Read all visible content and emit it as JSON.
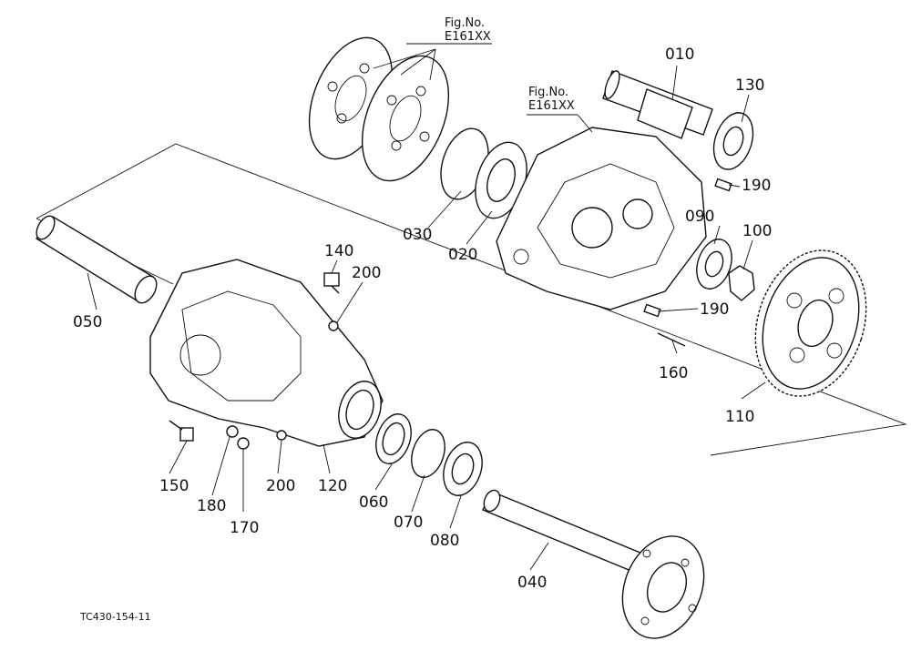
{
  "figure_refs": [
    {
      "line1": "Fig.No.",
      "line2": "E161XX"
    },
    {
      "line1": "Fig.No.",
      "line2": "E161XX"
    }
  ],
  "parts": {
    "p010": "010",
    "p020": "020",
    "p030": "030",
    "p040": "040",
    "p050": "050",
    "p060": "060",
    "p070": "070",
    "p080": "080",
    "p090": "090",
    "p100": "100",
    "p110": "110",
    "p120": "120",
    "p130": "130",
    "p140": "140",
    "p150": "150",
    "p160": "160",
    "p170": "170",
    "p180": "180",
    "p190a": "190",
    "p190b": "190",
    "p200a": "200",
    "p200b": "200"
  },
  "drawing_number": "TC430-154-11"
}
